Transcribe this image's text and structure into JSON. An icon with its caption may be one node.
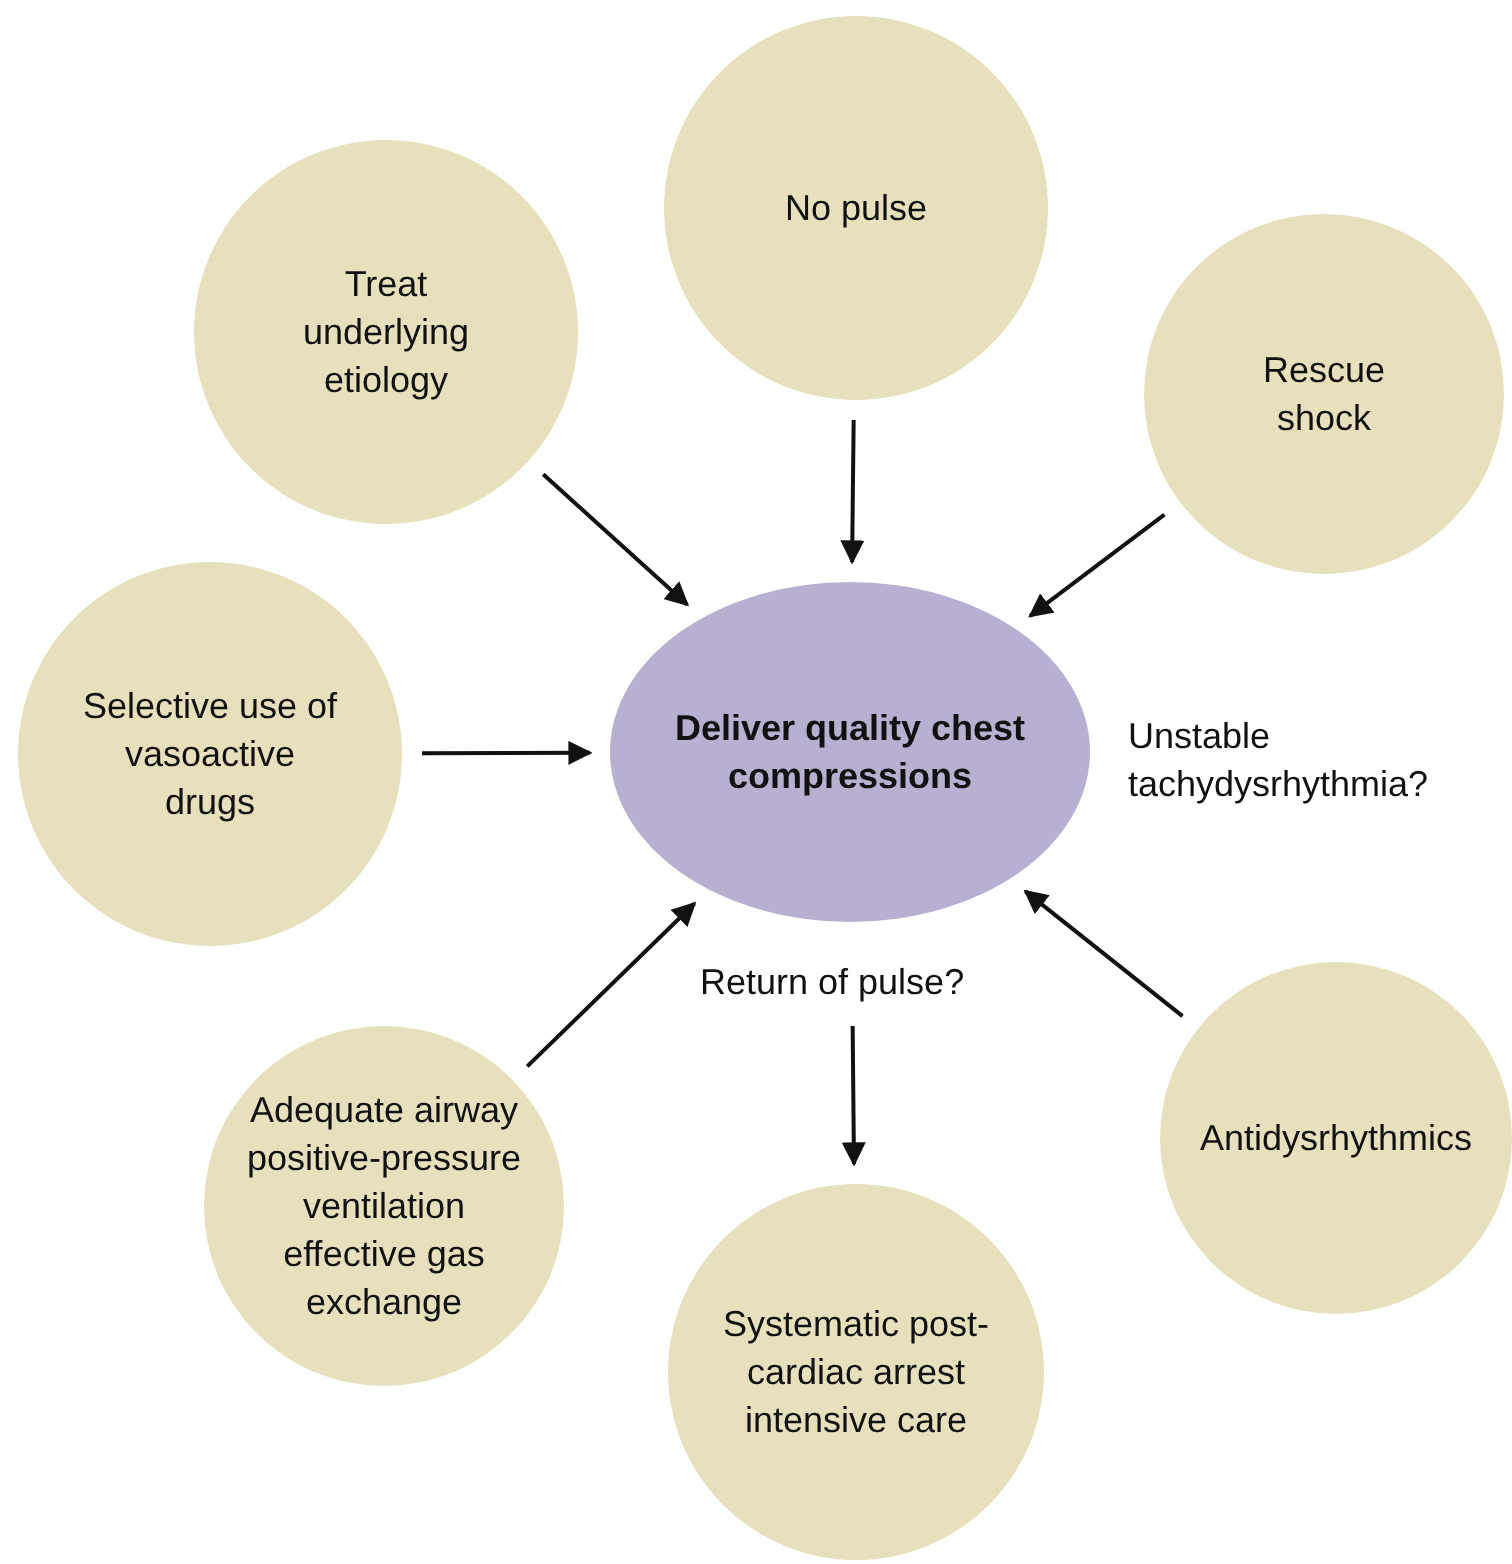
{
  "diagram": {
    "nodes": [
      {
        "text": [
          "Treat underlying etiology"
        ]
      },
      {
        "text": [
          "No pulse"
        ]
      },
      {
        "text": [
          "Rescue shock"
        ]
      },
      {
        "text": [
          "Selective use of vasoactive drugs"
        ]
      },
      {
        "text": [
          "Deliver quality chest compressions"
        ]
      },
      {
        "text": [
          "Adequate airway positive-pressure ventilation effective gas exchange"
        ]
      },
      {
        "text": [
          "Antidysrhythmics"
        ]
      },
      {
        "text": [
          "Systematic post-cardiac arrest intensive care"
        ]
      }
    ],
    "edges": [
      {
        "from": 0,
        "to": 4,
        "arrow": "to"
      },
      {
        "from": 1,
        "to": 4,
        "arrow": "to"
      },
      {
        "from": 2,
        "to": 4,
        "arrow": "to"
      },
      {
        "from": 3,
        "to": 4,
        "arrow": "to"
      },
      {
        "from": 5,
        "to": 4,
        "arrow": "to"
      },
      {
        "from": 6,
        "to": 4,
        "arrow": "to"
      },
      {
        "from": 4,
        "to": 7,
        "arrow": "to"
      }
    ],
    "labels": [
      "Unstable tachydysrhythmia?",
      "Return of pulse?"
    ]
  }
}
